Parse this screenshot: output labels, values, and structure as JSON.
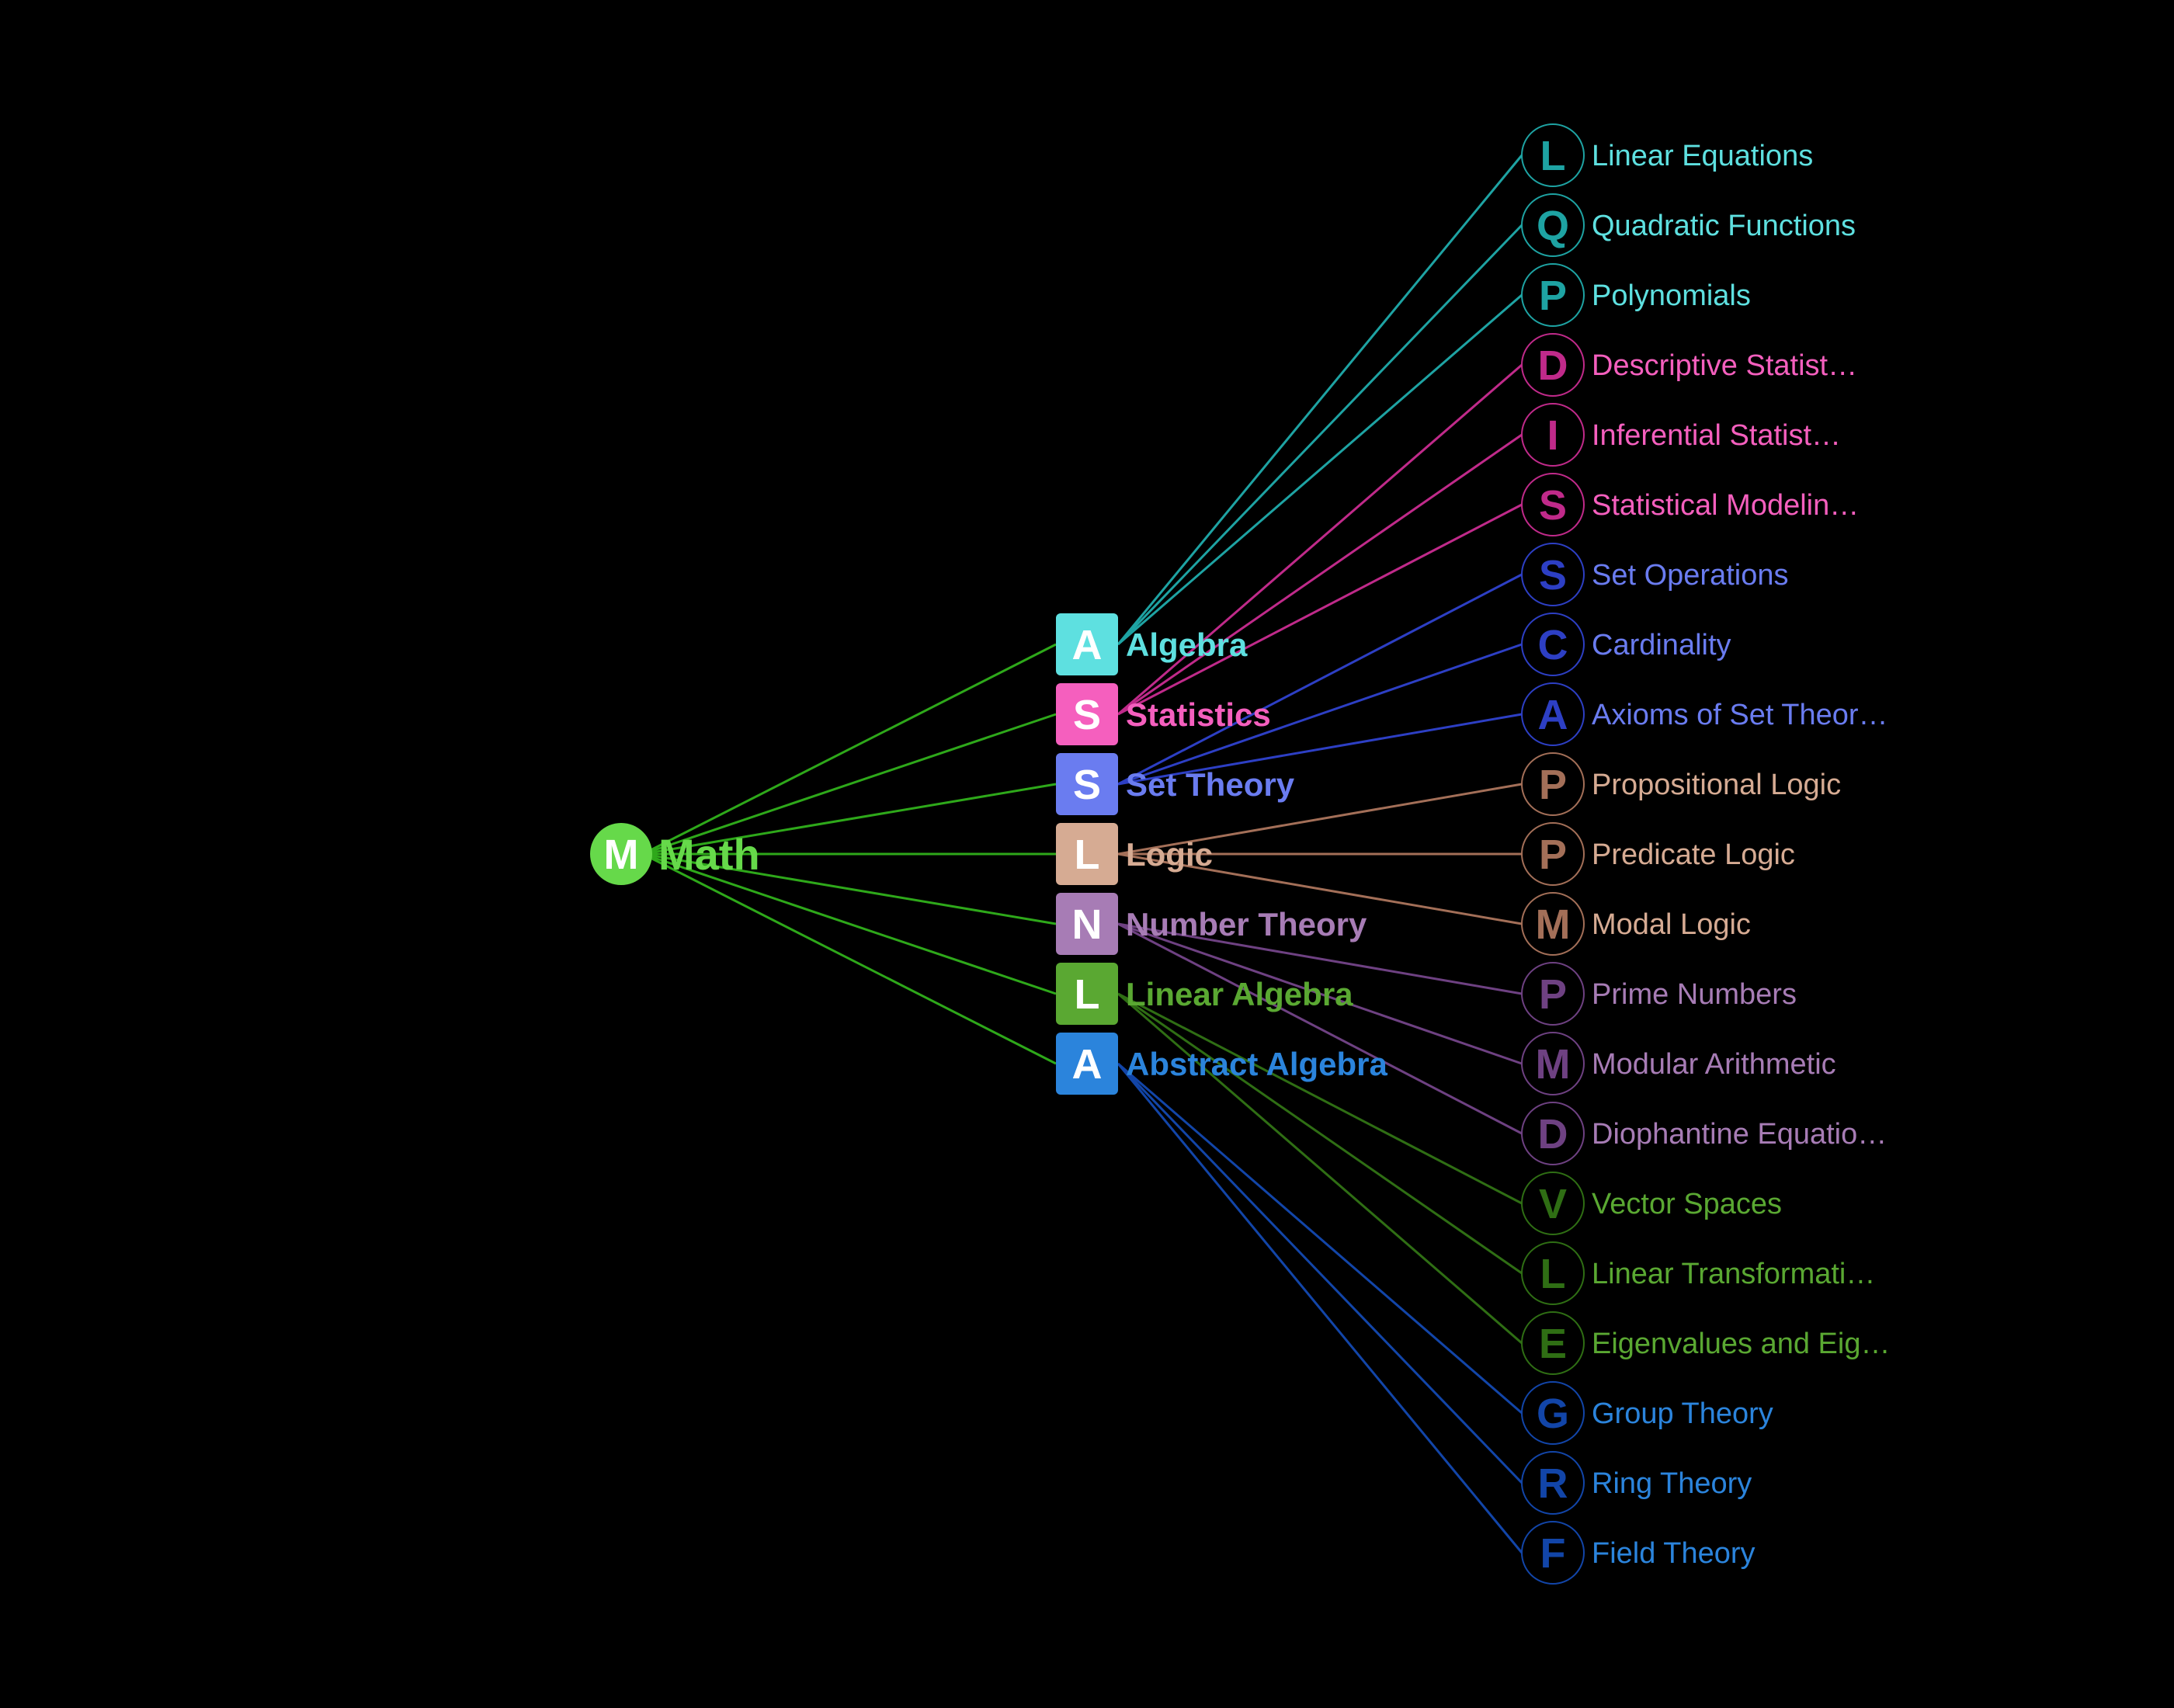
{
  "root": {
    "label": "Math",
    "letter": "M",
    "color": "#66d94a",
    "line_color": "#2ea81a"
  },
  "branches": [
    {
      "label": "Algebra",
      "letter": "A",
      "color": "#5ee0e0",
      "link_color": "#1ea3a3",
      "children": [
        {
          "label": "Linear Equations",
          "letter": "L"
        },
        {
          "label": "Quadratic Functions",
          "letter": "Q"
        },
        {
          "label": "Polynomials",
          "letter": "P"
        }
      ]
    },
    {
      "label": "Statistics",
      "letter": "S",
      "color": "#f55fbe",
      "link_color": "#c02a8a",
      "children": [
        {
          "label": "Descriptive Statist…",
          "letter": "D"
        },
        {
          "label": "Inferential Statist…",
          "letter": "I"
        },
        {
          "label": "Statistical Modelin…",
          "letter": "S"
        }
      ]
    },
    {
      "label": "Set Theory",
      "letter": "S",
      "color": "#6a7cf0",
      "link_color": "#2d3fc4",
      "children": [
        {
          "label": "Set Operations",
          "letter": "S"
        },
        {
          "label": "Cardinality",
          "letter": "C"
        },
        {
          "label": "Axioms of Set Theor…",
          "letter": "A"
        }
      ]
    },
    {
      "label": "Logic",
      "letter": "L",
      "color": "#d6ab93",
      "link_color": "#a36f58",
      "children": [
        {
          "label": "Propositional Logic",
          "letter": "P"
        },
        {
          "label": "Predicate Logic",
          "letter": "P"
        },
        {
          "label": "Modal Logic",
          "letter": "M"
        }
      ]
    },
    {
      "label": "Number Theory",
      "letter": "N",
      "color": "#a77cb5",
      "link_color": "#6e4182",
      "children": [
        {
          "label": "Prime Numbers",
          "letter": "P"
        },
        {
          "label": "Modular Arithmetic",
          "letter": "M"
        },
        {
          "label": "Diophantine Equatio…",
          "letter": "D"
        }
      ]
    },
    {
      "label": "Linear Algebra",
      "letter": "L",
      "color": "#5aa832",
      "link_color": "#2f6e14",
      "children": [
        {
          "label": "Vector Spaces",
          "letter": "V"
        },
        {
          "label": "Linear Transformati…",
          "letter": "L"
        },
        {
          "label": "Eigenvalues and Eig…",
          "letter": "E"
        }
      ]
    },
    {
      "label": "Abstract Algebra",
      "letter": "A",
      "color": "#2b84dc",
      "link_color": "#1245a8",
      "children": [
        {
          "label": "Group Theory",
          "letter": "G"
        },
        {
          "label": "Ring Theory",
          "letter": "R"
        },
        {
          "label": "Field Theory",
          "letter": "F"
        }
      ]
    }
  ]
}
